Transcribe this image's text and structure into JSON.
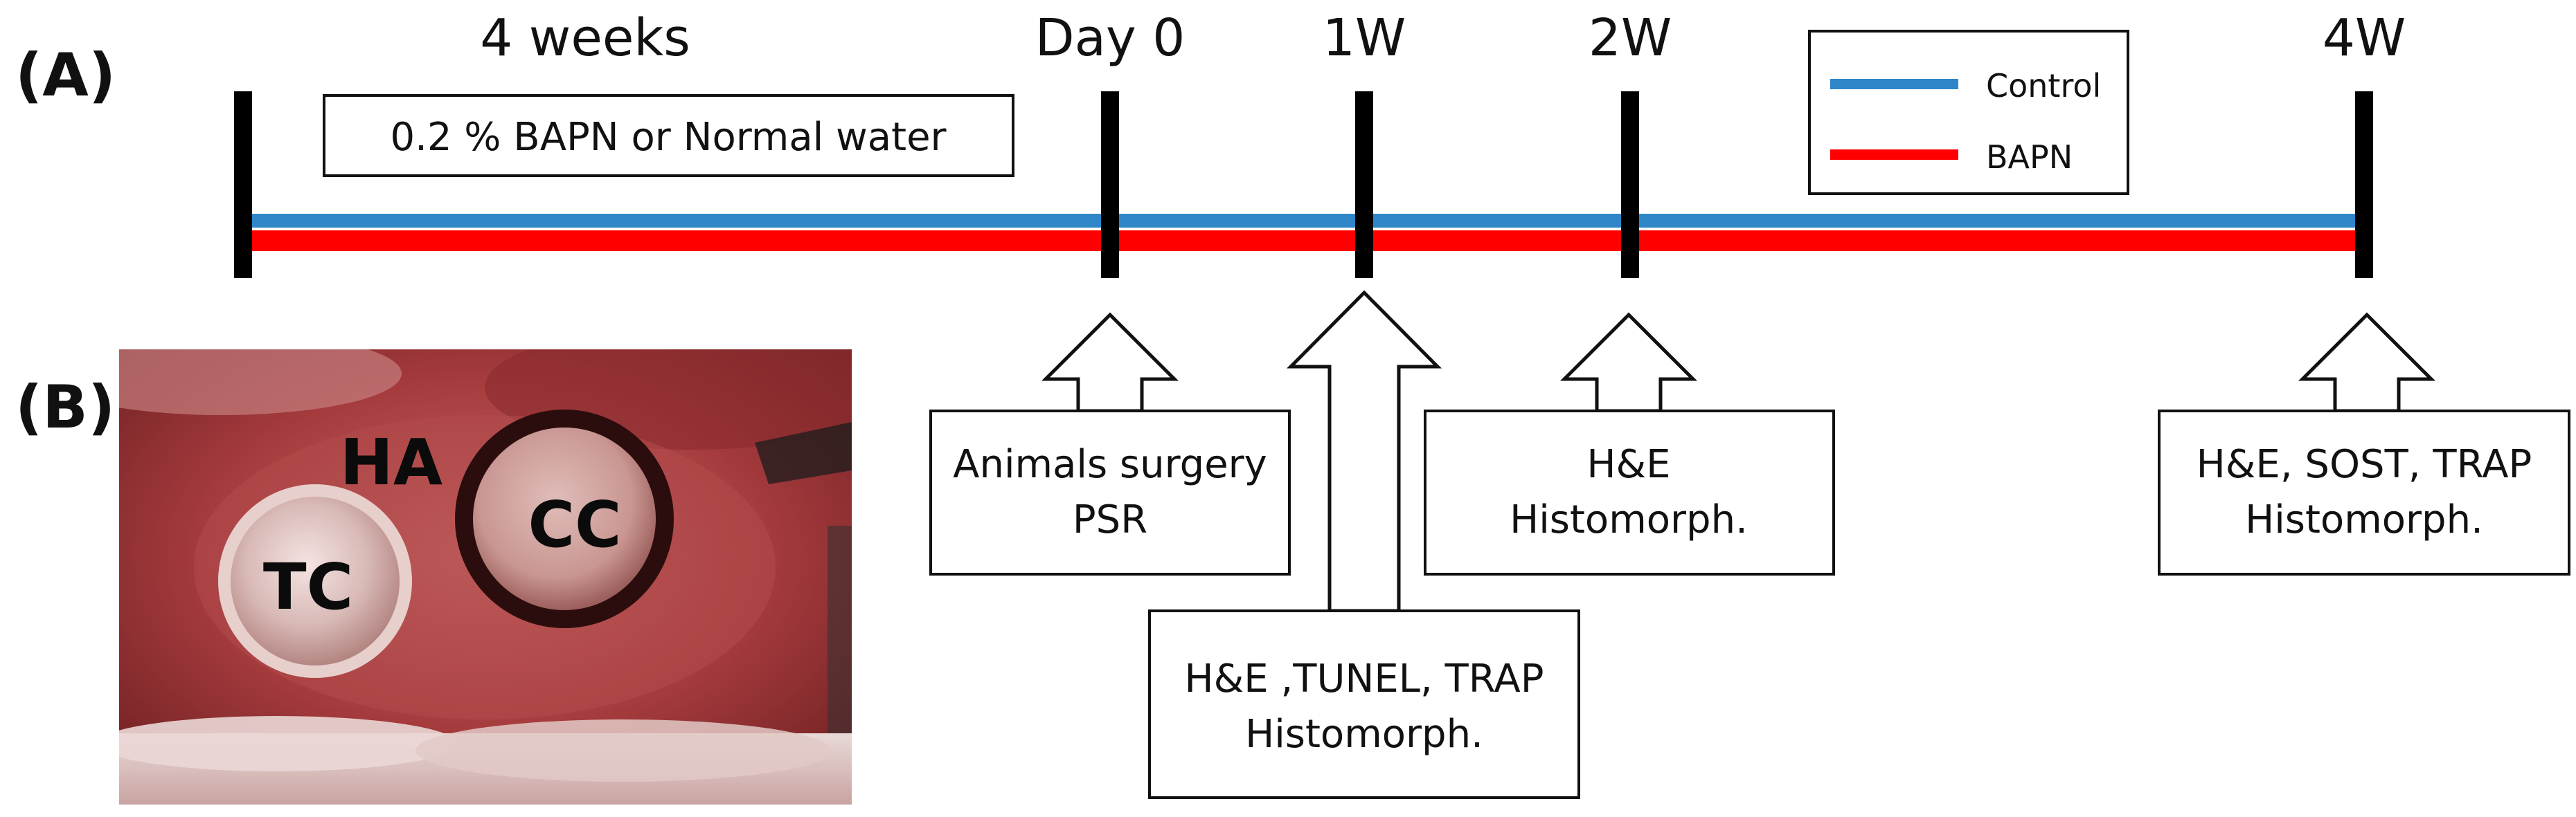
{
  "panels": {
    "a": "(A)",
    "b": "(B)"
  },
  "timeline": {
    "period_label": "4 weeks",
    "treatment_label": "0.2 % BAPN or Normal water",
    "markers": [
      "Day 0",
      "1W",
      "2W",
      "4W"
    ]
  },
  "legend": {
    "items": [
      {
        "label": "Control",
        "color": "#2e86c8"
      },
      {
        "label": "BAPN",
        "color": "#ff0000"
      }
    ]
  },
  "events": [
    {
      "lines": [
        "Animals surgery",
        "PSR"
      ]
    },
    {
      "lines": [
        "H&E ,TUNEL, TRAP",
        "Histomorph."
      ]
    },
    {
      "lines": [
        "H&E",
        "Histomorph."
      ]
    },
    {
      "lines": [
        "H&E, SOST, TRAP",
        "Histomorph."
      ]
    }
  ],
  "photo": {
    "labels": [
      "HA",
      "CC",
      "TC"
    ]
  },
  "colors": {
    "control": "#2e86c8",
    "bapn": "#ff0000",
    "bar": "#000000"
  }
}
